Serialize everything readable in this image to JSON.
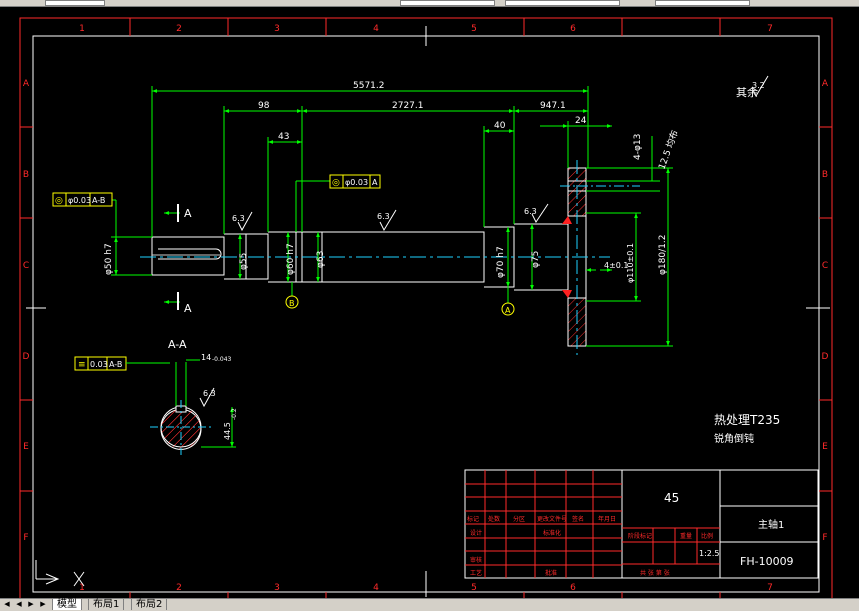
{
  "tabs": {
    "model": "模型",
    "layout1": "布局1",
    "layout2": "布局2"
  },
  "border": {
    "cols_top": [
      "1",
      "2",
      "3",
      "4",
      "5",
      "6",
      "7"
    ],
    "cols_bottom": [
      "1",
      "2",
      "3",
      "4",
      "5",
      "6",
      "7"
    ],
    "rows_left": [
      "A",
      "B",
      "C",
      "D",
      "E",
      "F"
    ],
    "rows_right": [
      "A",
      "B",
      "C",
      "D",
      "E",
      "F"
    ]
  },
  "roughness_note": {
    "label": "其余",
    "value": "3.2"
  },
  "dims": {
    "overall": "5571.2",
    "d98": "98",
    "d2727": "2727.1",
    "d947": "947.1",
    "d43": "43",
    "d40": "40",
    "d24": "24",
    "holes": "4-φ13",
    "holes_depth": "12.5 均布",
    "phi50": "φ50 h7",
    "phi55": "φ55",
    "phi60": "φ60 h7",
    "phi63": "φ63",
    "phi70": "φ70 h7",
    "phi75": "φ75",
    "phi110": "φ110±0.1",
    "phi180": "φ180/1.2",
    "dim4": "4±0.1",
    "r63a": "6.3",
    "r63b": "6.3",
    "r63c": "6.3",
    "r63d": "6.3",
    "sect_key_w": "14",
    "sect_key_tol": "-0.043",
    "sect_depth": "44.5",
    "sect_depth_tol": "-0.2"
  },
  "tolerances": {
    "coax_ab": {
      "sym": "◎",
      "val": "φ0.03",
      "ref": "A-B"
    },
    "coax_a": {
      "sym": "◎",
      "val": "φ0.03",
      "ref": "A"
    },
    "sym_ab": {
      "sym": "≡",
      "val": "0.03",
      "ref": "A-B"
    }
  },
  "datums": {
    "A": "A",
    "B": "B"
  },
  "section": {
    "title": "A-A",
    "cut_a_top": "A",
    "cut_a_bot": "A"
  },
  "notes": {
    "material_heat": "热处理T235",
    "chamfer": "锐角倒钝"
  },
  "title_block": {
    "material": "45",
    "part_name": "主轴1",
    "scale": "1:2.5",
    "drawing_no": "FH-10009",
    "hdr": [
      "标记",
      "处数",
      "分区",
      "更改文件号",
      "签名",
      "年月日"
    ],
    "row_design": "设计",
    "row_std": "标准化",
    "row_review": "审核",
    "row_craft": "工艺",
    "row_approve": "批准",
    "stage": "阶段标记",
    "weight": "重量",
    "scale_label": "比例",
    "sheets": "共  张    第  张"
  },
  "colors": {
    "frame": "#ffffff",
    "title_grid": "#ff2a2a",
    "dimension": "#00ff00",
    "annotation": "#ffff00",
    "centerline": "#1ed2ff",
    "hatch": "#ff3030",
    "section_fill": "#ff2020"
  }
}
